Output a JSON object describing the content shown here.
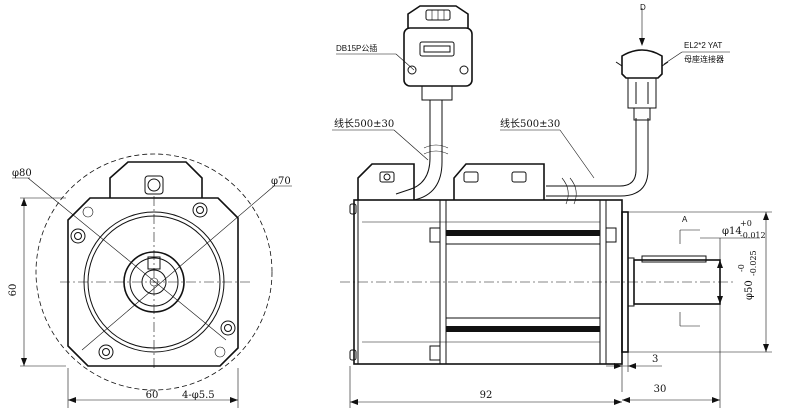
{
  "front_view": {
    "dia_80": "φ80",
    "dia_70": "φ70",
    "height_60": "60",
    "width_60": "60",
    "holes": "4-φ5.5"
  },
  "side_view": {
    "db15p_connector": "DB15P公插",
    "encoder_cable_length": "线长500±30",
    "power_cable_length": "线长500±30",
    "power_connector_model": "EL2*2 YAT",
    "power_connector_type": "母座连接器",
    "view_d": "D",
    "section_a": "A",
    "shaft_dia": "φ14",
    "shaft_dia_tol_upper": "+0",
    "shaft_dia_tol_lower": "-0.012",
    "pilot_dia": "φ50",
    "pilot_tol_upper": "-0",
    "pilot_tol_lower": "-0.025",
    "flange_3": "3",
    "body_length": "92",
    "shaft_length": "30"
  }
}
